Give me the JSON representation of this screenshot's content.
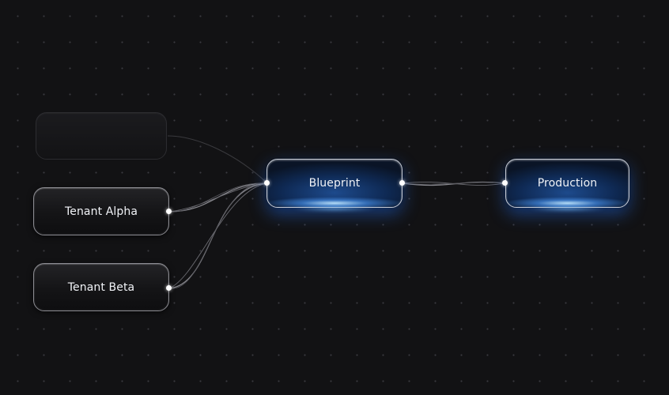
{
  "nodes": {
    "ghost": {
      "label": ""
    },
    "tenant_alpha": {
      "label": "Tenant Alpha"
    },
    "tenant_beta": {
      "label": "Tenant Beta"
    },
    "blueprint": {
      "label": "Blueprint"
    },
    "production": {
      "label": "Production"
    }
  },
  "edges": [
    {
      "from": "tenant_alpha",
      "to": "blueprint"
    },
    {
      "from": "tenant_beta",
      "to": "blueprint"
    },
    {
      "from": "ghost",
      "to": "blueprint"
    },
    {
      "from": "blueprint",
      "to": "production"
    }
  ],
  "colors": {
    "background": "#121214",
    "grid_dot": "#3a3a40",
    "accent_glow": "#3f8cff",
    "edge": "#8a8a90",
    "port": "#ffffff"
  }
}
